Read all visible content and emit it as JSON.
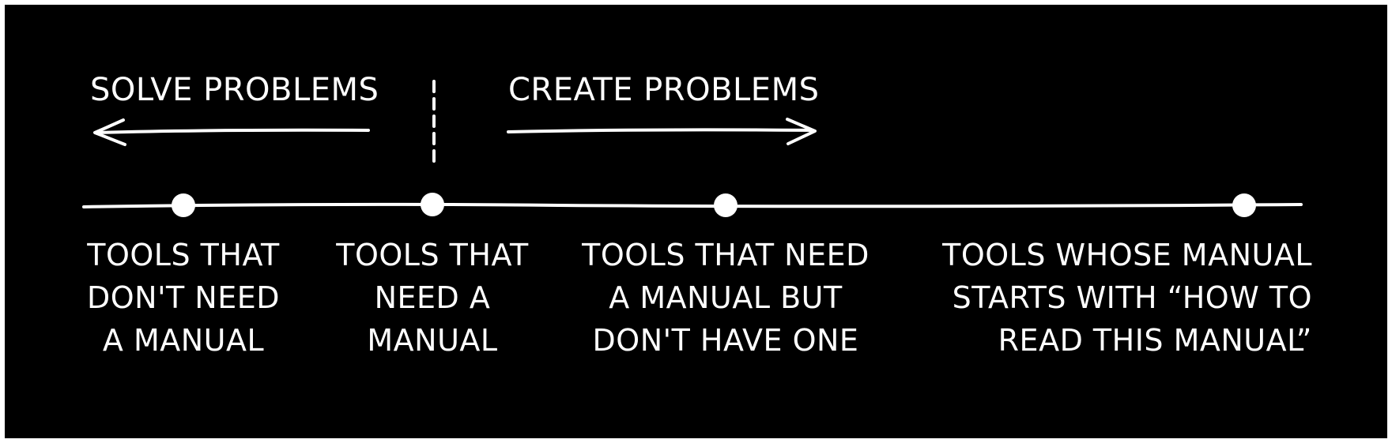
{
  "colors": {
    "background": "#000000",
    "ink": "#ffffff",
    "frame": "#ffffff"
  },
  "headings": {
    "left": "SOLVE PROBLEMS",
    "right": "CREATE PROBLEMS"
  },
  "points": [
    {
      "lines": [
        "TOOLS THAT",
        "DON'T NEED",
        "A MANUAL"
      ]
    },
    {
      "lines": [
        "TOOLS THAT",
        "NEED A",
        "MANUAL"
      ]
    },
    {
      "lines": [
        "TOOLS THAT NEED",
        "A MANUAL BUT",
        "DON'T HAVE ONE"
      ]
    },
    {
      "lines": [
        "TOOLS WHOSE MANUAL",
        "STARTS WITH “HOW TO",
        "READ THIS MANUAL”"
      ]
    }
  ]
}
